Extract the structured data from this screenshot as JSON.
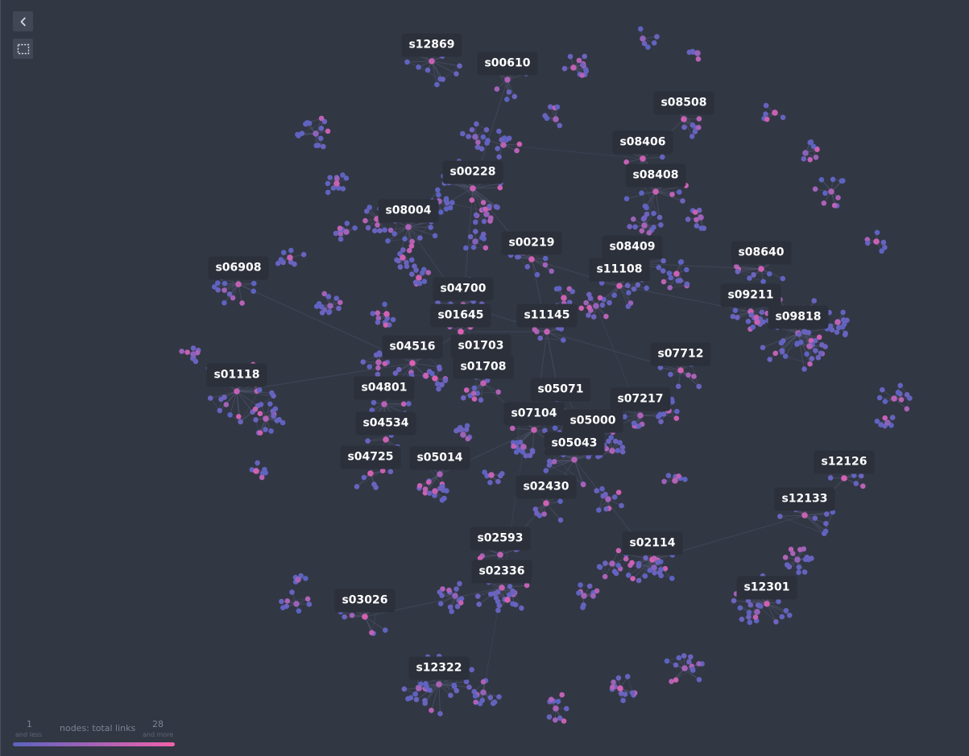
{
  "toolbar": {
    "back_icon": "chevron-left-icon",
    "select_icon": "selection-box-icon"
  },
  "legend": {
    "min_value": "1",
    "min_note": "and less",
    "title": "nodes: total links",
    "max_value": "28",
    "max_note": "and more",
    "color_low": "#5b63c0",
    "color_high": "#f062ac"
  },
  "colors": {
    "background": "#323744",
    "edge": "#4b5368",
    "node_low": "#5b63c0",
    "node_high": "#e461b0",
    "label_bg": "#2b303b",
    "label_text": "#ffffff"
  },
  "labels": [
    "s12869",
    "s00610",
    "s08508",
    "s08406",
    "s00228",
    "s08408",
    "s08004",
    "s00219",
    "s08409",
    "s08640",
    "s06908",
    "s11108",
    "s04700",
    "s09211",
    "s01645",
    "s11145",
    "s09818",
    "s04516",
    "s01703",
    "s07712",
    "s01708",
    "s01118",
    "s04801",
    "s05071",
    "s07217",
    "s07104",
    "s05000",
    "s04534",
    "s05043",
    "s04725",
    "s05014",
    "s12126",
    "s02430",
    "s12133",
    "s02593",
    "s02114",
    "s02336",
    "s12301",
    "s03026",
    "s12322"
  ]
}
